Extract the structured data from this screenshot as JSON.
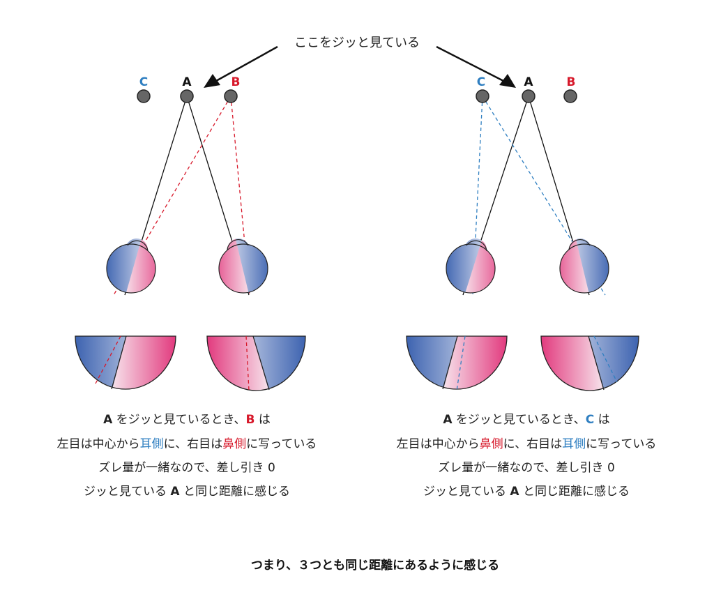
{
  "colors": {
    "blue": "#2f7fc1",
    "red": "#d7182a",
    "dark": "#222222",
    "dot_fill": "#666666"
  },
  "top_label": "ここをジッと見ている",
  "left": {
    "points": {
      "c": "C",
      "a": "A",
      "b": "B"
    },
    "caption": {
      "l1_a": "A",
      "l1_text": " をジッと見ているとき、",
      "l1_b": "B",
      "l1_end": " は",
      "l2_pre": "左目は中心から",
      "l2_side1": "耳側",
      "l2_mid": "に、右目は",
      "l2_side2": "鼻側",
      "l2_end": "に写っている",
      "l3": "ズレ量が一緒なので、差し引き 0",
      "l4_pre": "ジッと見ている ",
      "l4_a": "A",
      "l4_end": " と同じ距離に感じる"
    }
  },
  "right": {
    "points": {
      "c": "C",
      "a": "A",
      "b": "B"
    },
    "caption": {
      "l1_a": "A",
      "l1_text": " をジッと見ているとき、",
      "l1_c": "C",
      "l1_end": " は",
      "l2_pre": "左目は中心から",
      "l2_side1": "鼻側",
      "l2_mid": "に、右目は",
      "l2_side2": "耳側",
      "l2_end": "に写っている",
      "l3": "ズレ量が一緒なので、差し引き 0",
      "l4_pre": "ジッと見ている ",
      "l4_a": "A",
      "l4_end": " と同じ距離に感じる"
    }
  },
  "conclusion": "つまり、３つとも同じ距離にあるように感じる"
}
